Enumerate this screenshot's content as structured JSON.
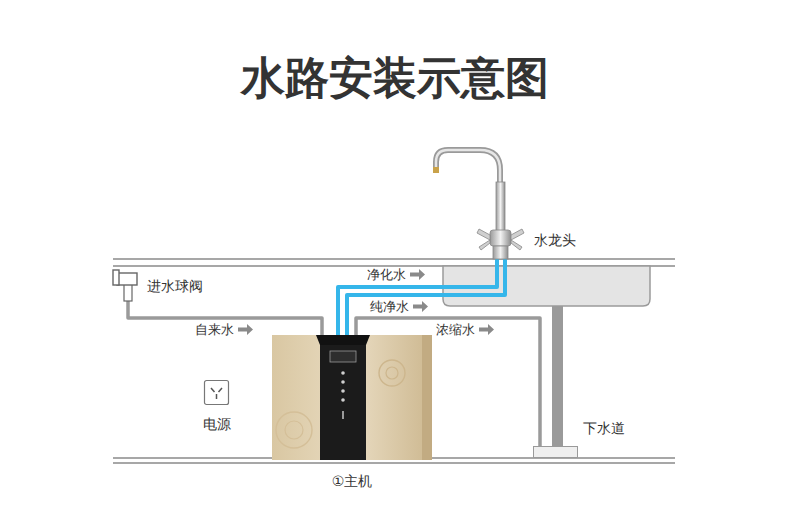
{
  "diagram": {
    "title": "水路安装示意图",
    "nodes": [
      {
        "text": [
          "水龙头"
        ]
      },
      {
        "text": [
          "进水球阀"
        ]
      },
      {
        "text": [
          "电源"
        ]
      },
      {
        "text": [
          "下水道"
        ]
      },
      {
        "text": [
          "①主机"
        ]
      }
    ],
    "edges": [
      {
        "from": 1,
        "to": 4,
        "label": "自来水",
        "arrow": "none"
      },
      {
        "from": 4,
        "to": 0,
        "label": "净化水",
        "arrow": "none"
      },
      {
        "from": 4,
        "to": 0,
        "label": "纯净水",
        "arrow": "none"
      },
      {
        "from": 4,
        "to": 3,
        "label": "浓缩水",
        "arrow": "none"
      }
    ]
  }
}
